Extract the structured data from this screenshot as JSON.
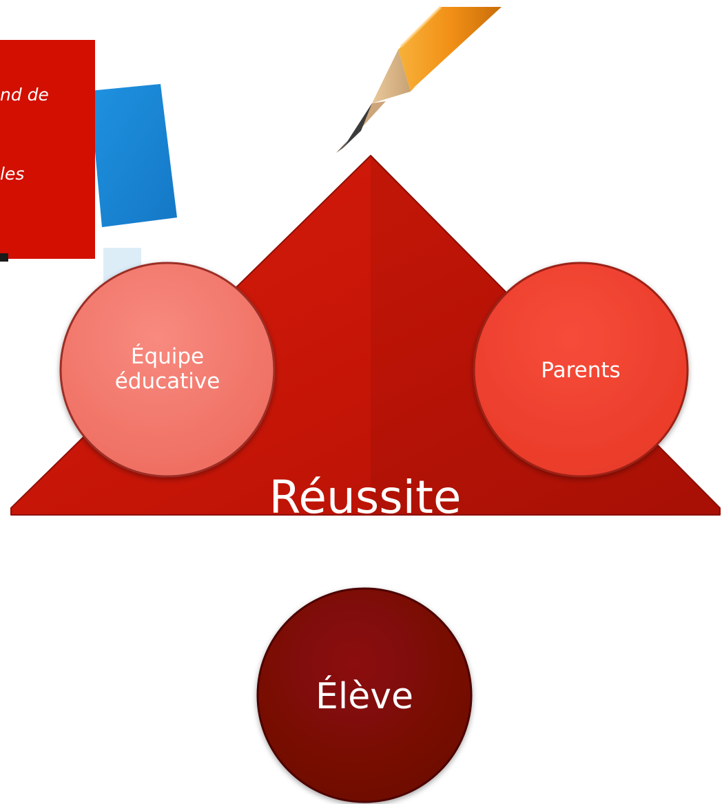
{
  "note": {
    "line1": "nd de",
    "line2": "les"
  },
  "diagram": {
    "center_label": "Réussite",
    "nodes": [
      {
        "id": "team",
        "label": "Équipe éducative",
        "line1": "Équipe",
        "line2": "éducative"
      },
      {
        "id": "parents",
        "label": "Parents"
      },
      {
        "id": "student",
        "label": "Élève"
      }
    ]
  },
  "colors": {
    "triangle": "#c91607",
    "team_circle": "#f3786c",
    "parents_circle": "#f0402e",
    "student_circle": "#7e0c06",
    "note_red": "#d20f00",
    "note_blue": "#1a88d8",
    "pencil": "#f29a1e"
  },
  "icons": {
    "pencil": "pencil-icon"
  }
}
